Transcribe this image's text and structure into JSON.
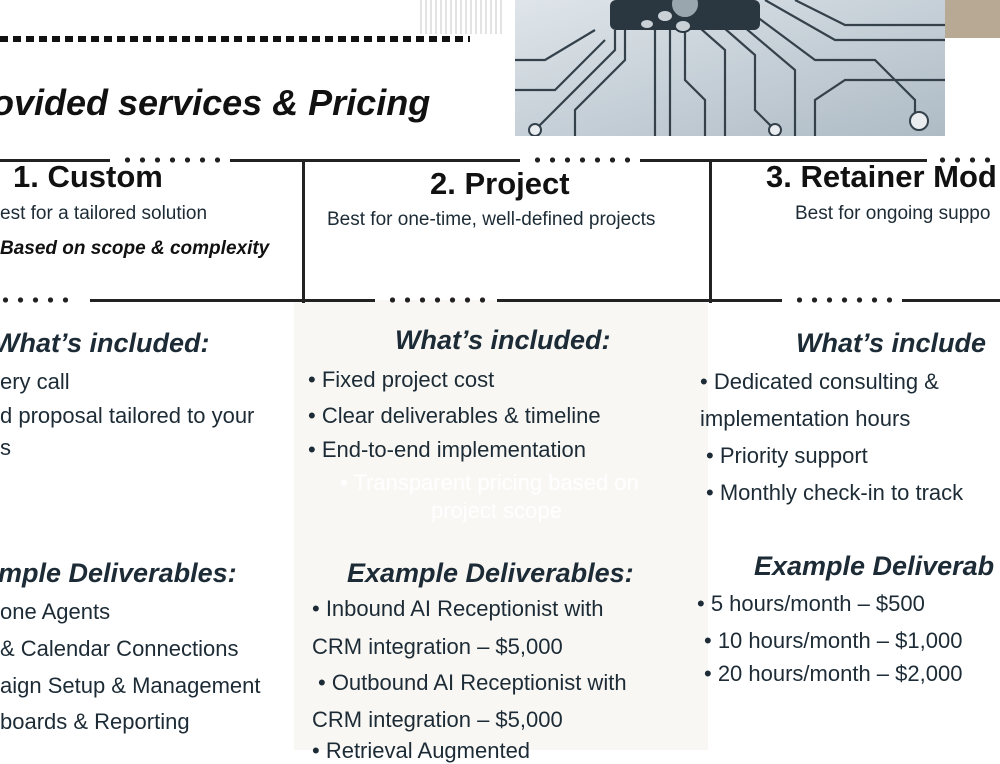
{
  "header": {
    "title": "ovided services & Pricing"
  },
  "columns": [
    {
      "heading": "1. Custom",
      "subtitle": "est for a tailored solution",
      "price_note": "Based on scope & complexity",
      "included_heading": "What’s included:",
      "included": [
        "ery call",
        "d proposal tailored to your",
        "s"
      ],
      "examples_heading": "mple Deliverables:",
      "examples": [
        "one Agents",
        "& Calendar Connections",
        "aign Setup & Management",
        "boards & Reporting"
      ]
    },
    {
      "heading": "2. Project",
      "subtitle": "Best for one-time, well-defined projects",
      "included_heading": "What’s included:",
      "included": [
        "• Fixed project cost",
        "• Clear deliverables & timeline",
        "• End-to-end implementation"
      ],
      "hidden_line_1": "• Transparent pricing based on",
      "hidden_line_2": "project scope",
      "examples_heading": "Example Deliverables:",
      "examples": [
        "• Inbound AI Receptionist with",
        "CRM integration – $5,000",
        "• Outbound AI Receptionist with",
        "CRM integration – $5,000",
        "• Retrieval Augmented"
      ]
    },
    {
      "heading": "3. Retainer Mod",
      "subtitle": "Best for ongoing suppo",
      "included_heading": "What’s include",
      "included": [
        "• Dedicated consulting &",
        "implementation hours",
        "• Priority support",
        "• Monthly check-in to track"
      ],
      "examples_heading": "Example Deliverab",
      "examples": [
        "• 5 hours/month – $500",
        "• 10 hours/month – $1,000",
        "• 20 hours/month – $2,000"
      ]
    }
  ]
}
